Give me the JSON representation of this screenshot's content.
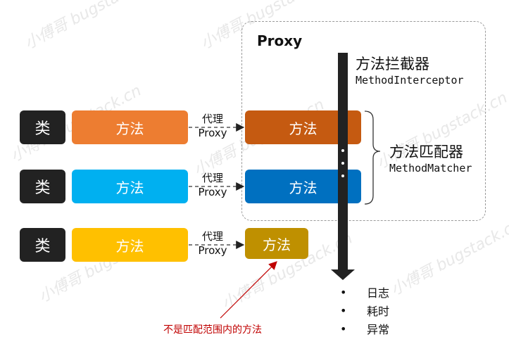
{
  "proxy_box": {
    "title": "Proxy"
  },
  "rows": [
    {
      "class_label": "类",
      "method_label": "方法",
      "proxy_line1": "代理",
      "proxy_line2": "Proxy",
      "target_label": "方法"
    },
    {
      "class_label": "类",
      "method_label": "方法",
      "proxy_line1": "代理",
      "proxy_line2": "Proxy",
      "target_label": "方法"
    },
    {
      "class_label": "类",
      "method_label": "方法",
      "proxy_line1": "代理",
      "proxy_line2": "Proxy",
      "target_label": "方法"
    }
  ],
  "interceptor": {
    "title": "方法拦截器",
    "subtitle": "MethodInterceptor"
  },
  "matcher": {
    "title": "方法匹配器",
    "subtitle": "MethodMatcher"
  },
  "aspects": [
    "日志",
    "耗时",
    "异常"
  ],
  "note": "不是匹配范围内的方法",
  "watermark": "小傅哥 bugstack.cn",
  "colors": {
    "class_box": "#222222",
    "method_orange": "#ed7d31",
    "method_blue": "#00b0f0",
    "method_yellow": "#ffc000",
    "target_orange": "#c55a11",
    "target_blue": "#0070c0",
    "target_gold": "#bf9000",
    "note_red": "#c00000"
  }
}
